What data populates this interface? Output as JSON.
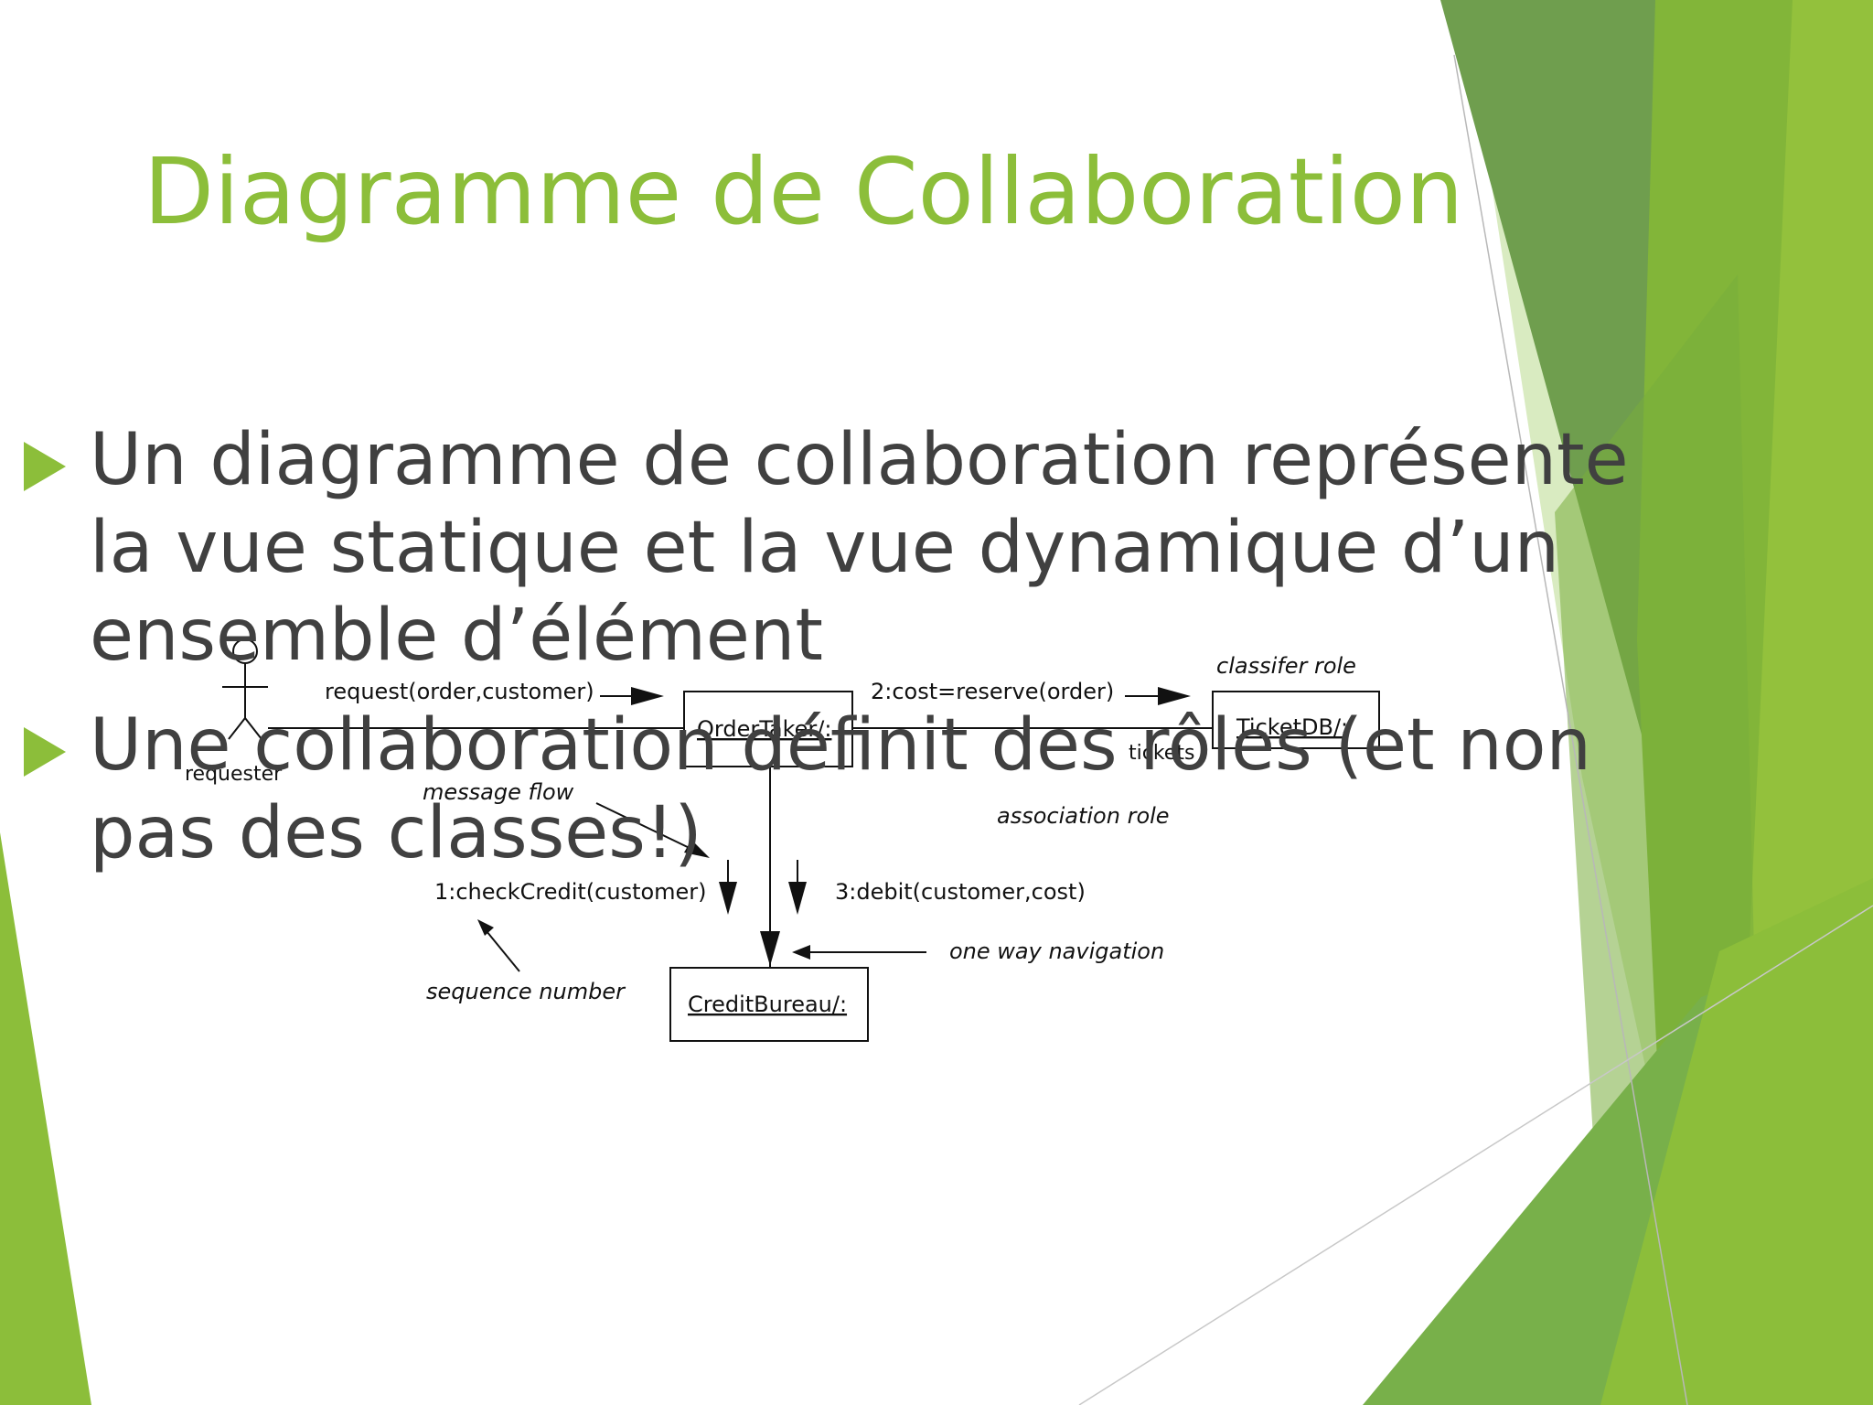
{
  "slide": {
    "title": "Diagramme de Collaboration",
    "bullets": [
      "Un diagramme de collaboration représente la vue statique et la vue dynamique d’un ensemble d’élément",
      "Une collaboration définit des rôles (et non pas des classes!)"
    ],
    "colors": {
      "accent": "#8cbe3a",
      "text": "#404040"
    }
  },
  "diagram": {
    "actor": "requester",
    "objects": {
      "order_taker": "OrderTaker/:",
      "ticket_db": "TicketDB/:",
      "credit_bureau": "CreditBureau/:"
    },
    "messages": {
      "request": "request(order,customer)",
      "cost": "2:cost=reserve(order)",
      "check_credit": "1:checkCredit(customer)",
      "debit": "3:debit(customer,cost)"
    },
    "role_label": "tickets",
    "annotations": {
      "classifier_role": "classifer role",
      "message_flow": "message flow",
      "association_role": "association role",
      "one_way_navigation": "one way navigation",
      "sequence_number": "sequence number"
    }
  }
}
